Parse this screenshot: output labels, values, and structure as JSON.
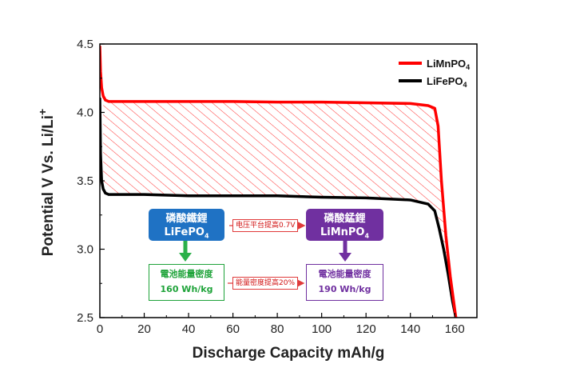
{
  "chart_data": {
    "type": "line",
    "xlabel": "Discharge Capacity mAh/g",
    "ylabel": "Potential V Vs. Li/Li",
    "ylabel_sup": "+",
    "xlim": [
      0,
      170
    ],
    "ylim": [
      2.5,
      4.5
    ],
    "x_ticks": [
      "0",
      "20",
      "40",
      "60",
      "80",
      "100",
      "120",
      "140",
      "160"
    ],
    "y_ticks": [
      "2.5",
      "3.0",
      "3.5",
      "4.0",
      "4.5"
    ],
    "grid": false,
    "legend_position": "top-right",
    "shaded_region": "hatched area between LiMnPO4 and LiFePO4 curves",
    "series": [
      {
        "name": "LiMnPO4",
        "name_base": "LiMnPO",
        "name_sub": "4",
        "color": "#ff0000",
        "x": [
          0,
          0.3,
          0.8,
          1.5,
          2.5,
          4,
          6,
          10,
          20,
          40,
          60,
          80,
          100,
          120,
          140,
          148,
          151,
          152.5,
          154,
          156,
          158,
          159.5,
          160.5
        ],
        "y": [
          4.48,
          4.3,
          4.18,
          4.12,
          4.09,
          4.08,
          4.08,
          4.08,
          4.08,
          4.08,
          4.08,
          4.075,
          4.075,
          4.07,
          4.065,
          4.05,
          4.03,
          3.9,
          3.5,
          3.1,
          2.8,
          2.62,
          2.5
        ]
      },
      {
        "name": "LiFePO4",
        "name_base": "LiFePO",
        "name_sub": "4",
        "color": "#000000",
        "x": [
          0,
          0.3,
          0.8,
          1.5,
          2.5,
          4,
          6,
          10,
          20,
          40,
          60,
          80,
          100,
          120,
          140,
          148,
          151,
          153,
          155,
          157,
          159,
          160.5
        ],
        "y": [
          4.1,
          3.7,
          3.5,
          3.44,
          3.41,
          3.4,
          3.4,
          3.4,
          3.4,
          3.39,
          3.39,
          3.39,
          3.38,
          3.375,
          3.36,
          3.33,
          3.28,
          3.15,
          3.0,
          2.82,
          2.62,
          2.5
        ]
      }
    ]
  },
  "annotations": {
    "lfp_box": {
      "line1": "磷酸鐵鋰",
      "line2_base": "LiFePO",
      "line2_sub": "4",
      "color": "#1f72c4"
    },
    "lmp_box": {
      "line1": "磷酸錳鋰",
      "line2_base": "LiMnPO",
      "line2_sub": "4",
      "color": "#7030a0"
    },
    "lfp_density": {
      "line1": "電池能量密度",
      "line2": "160 Wh/kg",
      "color": "#1fa33a"
    },
    "lmp_density": {
      "line1": "電池能量密度",
      "line2": "190 Wh/kg",
      "color": "#7030a0"
    },
    "voltage_arrow_label": "电压平台提高0.7V",
    "density_arrow_label": "能量密度提高20%",
    "arrow_color": "#e03a3a"
  }
}
